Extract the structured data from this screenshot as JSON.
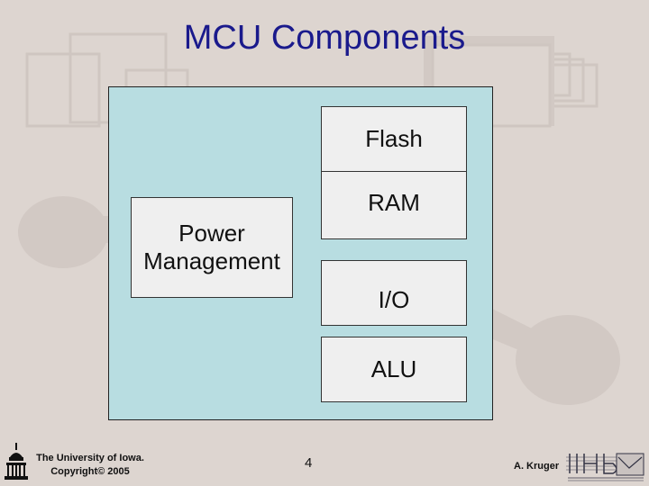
{
  "slide": {
    "title": "MCU Components",
    "components": {
      "flash": "Flash",
      "ram": "RAM",
      "power_line1": "Power",
      "power_line2": "Management",
      "io": "I/O",
      "alu": "ALU"
    },
    "footer": {
      "org_line1": "The University of Iowa.",
      "org_line2": "Copyright© 2005",
      "page_number": "4",
      "author": "A. Kruger"
    }
  },
  "colors": {
    "background": "#ddd5d0",
    "title": "#1a1a8c",
    "mcu_fill": "#b8dde1",
    "component_fill": "#efefef"
  },
  "icons": {
    "left_logo": "university-capitol-logo",
    "right_logo": "iihr-logo"
  }
}
